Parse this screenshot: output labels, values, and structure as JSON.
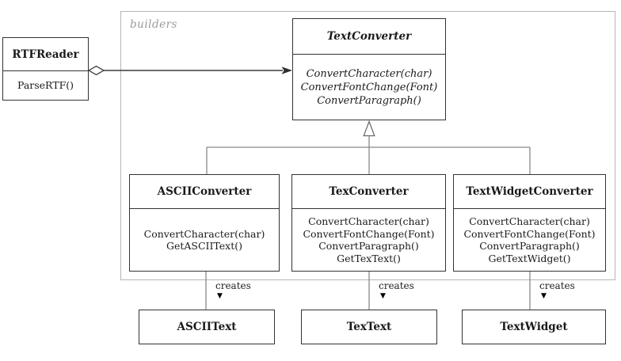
{
  "frame": {
    "label": "builders"
  },
  "classes": {
    "rtf_reader": {
      "name": "RTFReader",
      "methods": [
        "ParseRTF()"
      ]
    },
    "text_converter": {
      "name": "TextConverter",
      "methods": [
        "ConvertCharacter(char)",
        "ConvertFontChange(Font)",
        "ConvertParagraph()"
      ]
    },
    "ascii_converter": {
      "name": "ASCIIConverter",
      "methods": [
        "ConvertCharacter(char)",
        "GetASCIIText()"
      ]
    },
    "tex_converter": {
      "name": "TexConverter",
      "methods": [
        "ConvertCharacter(char)",
        "ConvertFontChange(Font)",
        "ConvertParagraph()",
        "GetTexText()"
      ]
    },
    "text_widget_converter": {
      "name": "TextWidgetConverter",
      "methods": [
        "ConvertCharacter(char)",
        "ConvertFontChange(Font)",
        "ConvertParagraph()",
        "GetTextWidget()"
      ]
    },
    "ascii_text": {
      "name": "ASCIIText"
    },
    "tex_text": {
      "name": "TexText"
    },
    "text_widget": {
      "name": "TextWidget"
    }
  },
  "relations": {
    "aggregation": {
      "from": "RTFReader",
      "to": "TextConverter"
    },
    "inheritance": {
      "parent": "TextConverter",
      "children": [
        "ASCIIConverter",
        "TexConverter",
        "TextWidgetConverter"
      ]
    },
    "creates_label": "creates",
    "creates_arrow_glyph": "▼",
    "creates": [
      {
        "from": "ASCIIConverter",
        "to": "ASCIIText"
      },
      {
        "from": "TexConverter",
        "to": "TexText"
      },
      {
        "from": "TextWidgetConverter",
        "to": "TextWidget"
      }
    ]
  },
  "colors": {
    "box_border": "#333333",
    "frame_border": "#b5b5b5",
    "connector_line": "#888888",
    "association_line": "#3a3a3a",
    "text": "#1a1a1a",
    "frame_label_text": "#9a9a9a"
  }
}
